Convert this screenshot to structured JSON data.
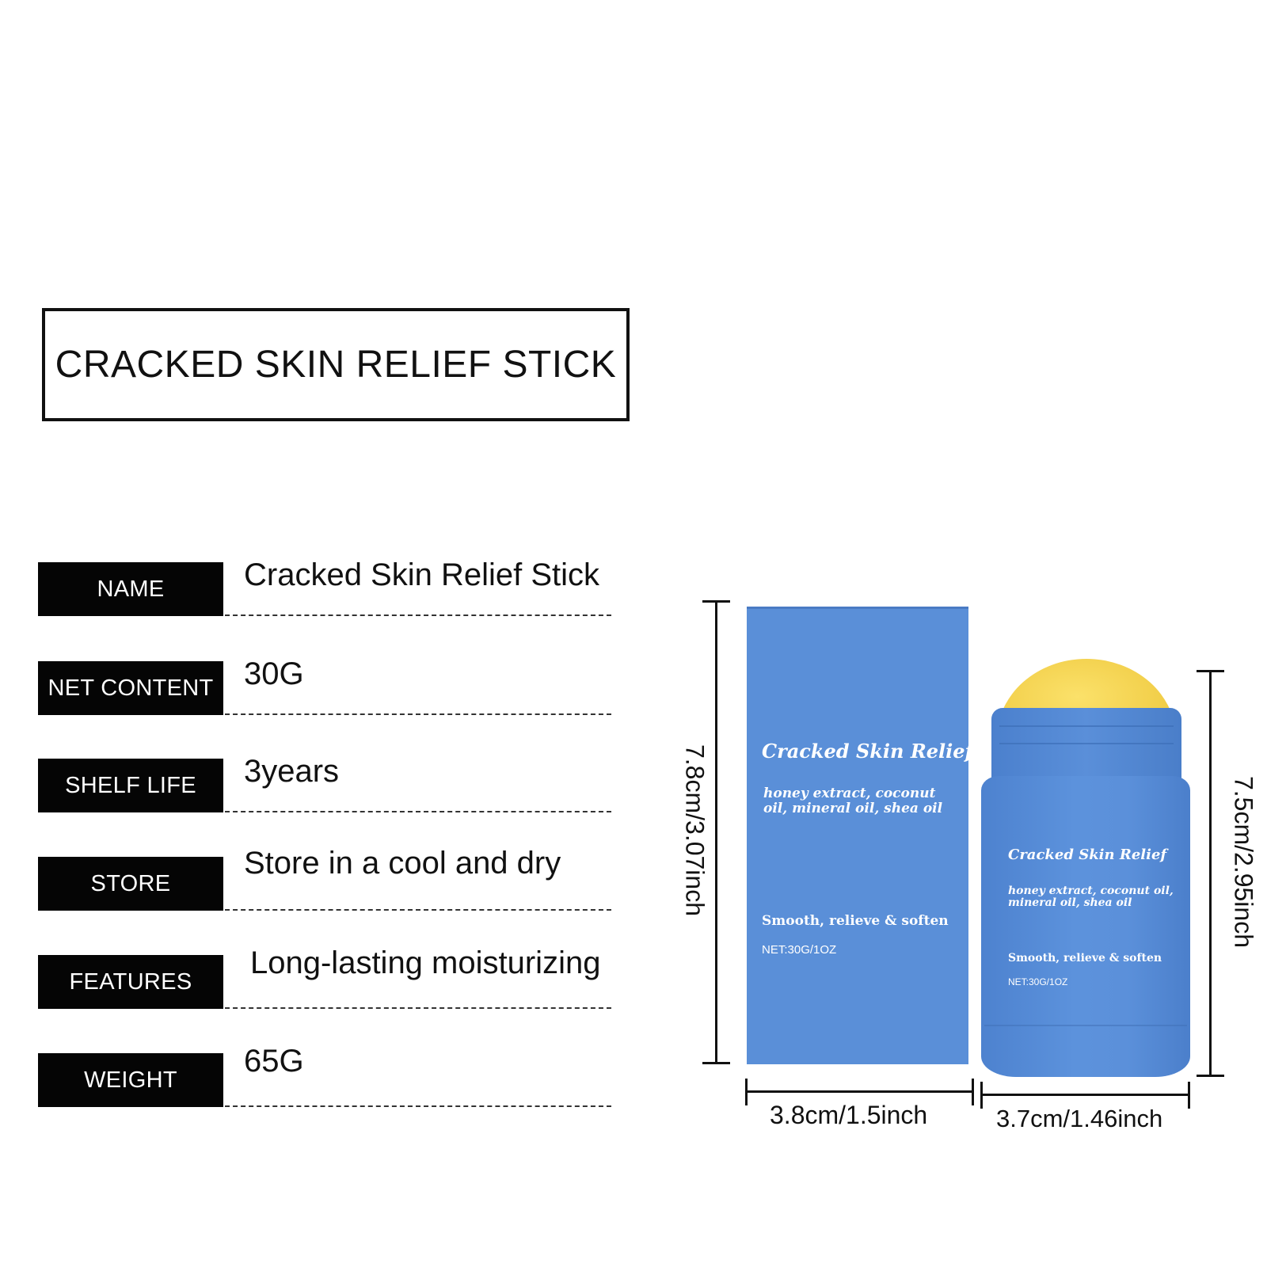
{
  "title": "CRACKED SKIN RELIEF STICK",
  "specs": [
    {
      "label": "NAME",
      "value": "Cracked Skin Relief Stick"
    },
    {
      "label": "NET  CONTENT",
      "value": "30G"
    },
    {
      "label": "SHELF LIFE",
      "value": "3years"
    },
    {
      "label": "STORE",
      "value": "Store in a cool and dry"
    },
    {
      "label": "FEATURES",
      "value": "Long-lasting moisturizing"
    },
    {
      "label": "WEIGHT",
      "value": "65G"
    }
  ],
  "product": {
    "name": "Cracked Skin Relief",
    "ingredients": "honey extract, coconut oil, mineral oil, shea oil",
    "claim": "Smooth, relieve & soften",
    "net": "NET:30G/1OZ",
    "colors": {
      "packaging": "#5a8fd8",
      "cap": "#f2cf4a"
    }
  },
  "dimensions": {
    "box_height": "7.8cm/3.07inch",
    "box_width": "3.8cm/1.5inch",
    "stick_height": "7.5cm/2.95inch",
    "stick_width": "3.7cm/1.46inch"
  }
}
